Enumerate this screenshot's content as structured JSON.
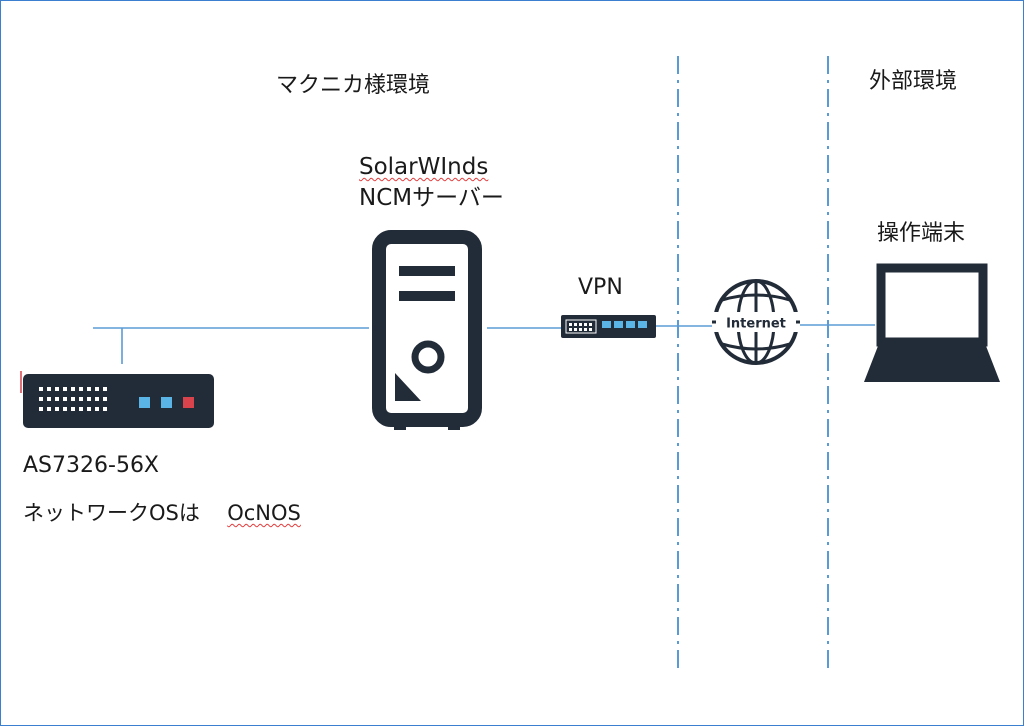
{
  "zones": {
    "internal_label": "マクニカ様環境",
    "external_label": "外部環境"
  },
  "server": {
    "name_line1": "SolarWInds",
    "name_line2": "NCMサーバー",
    "icon": "server-tower-icon"
  },
  "vpn": {
    "label": "VPN",
    "icon": "network-switch-icon"
  },
  "internet": {
    "label": "Internet",
    "icon": "globe-icon"
  },
  "terminal": {
    "label": "操作端末",
    "icon": "laptop-icon"
  },
  "switch_device": {
    "model": "AS7326-56X",
    "os_prefix": "ネットワークOSは",
    "os_name": "OcNOS",
    "icon": "rack-switch-icon"
  },
  "colors": {
    "device": "#222b38",
    "link_line": "#5b9bd5",
    "zone_divider": "#5b9bd5",
    "port_blue": "#5ab4e6",
    "port_red": "#d9434b",
    "frame_border": "#3a7fd0"
  }
}
